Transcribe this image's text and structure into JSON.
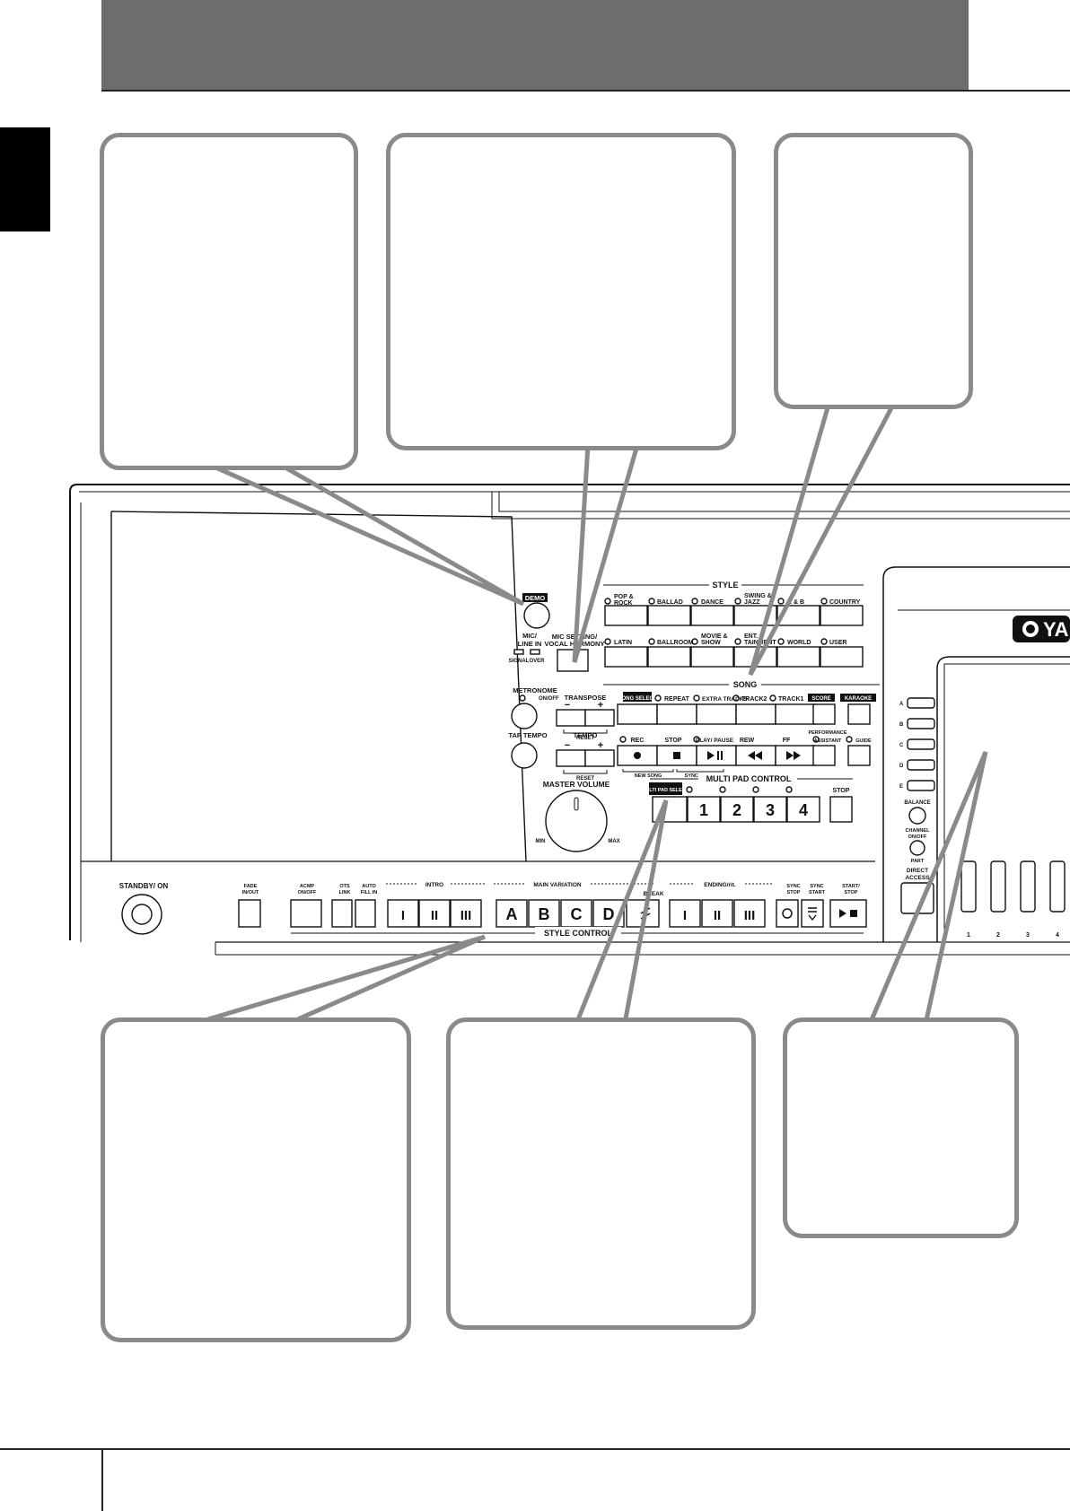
{
  "panel": {
    "demo": "DEMO",
    "mic_line_in": [
      "MIC/",
      "LINE IN"
    ],
    "signal": "SIGNAL",
    "over": "OVER",
    "mic_setting": [
      "MIC SETTING/",
      "VOCAL HARMONY"
    ],
    "metronome": "METRONOME",
    "on_off": "ON/OFF",
    "transpose": "TRANSPOSE",
    "reset": "RESET",
    "minus": "−",
    "plus": "+",
    "tap_tempo": "TAP TEMPO",
    "tempo": "TEMPO",
    "master_volume": "MASTER VOLUME",
    "min": "MIN",
    "max": "MAX",
    "standby_on": "STANDBY/ ON",
    "style": {
      "title": "STYLE",
      "row1": [
        [
          "POP &",
          "ROCK"
        ],
        [
          "BALLAD"
        ],
        [
          "DANCE"
        ],
        [
          "SWING &",
          "JAZZ"
        ],
        [
          "R & B"
        ],
        [
          "COUNTRY"
        ]
      ],
      "row2": [
        [
          "LATIN"
        ],
        [
          "BALLROOM"
        ],
        [
          "MOVIE &",
          "SHOW"
        ],
        [
          "ENT.",
          "TAINMENT"
        ],
        [
          "WORLD"
        ],
        [
          "USER"
        ]
      ]
    },
    "song": {
      "title": "SONG",
      "row1": [
        "SONG SELECT",
        "REPEAT",
        "EXTRA TRACKS",
        "TRACK2",
        "TRACK1",
        "SCORE",
        "KARAOKE"
      ],
      "row2": [
        "REC",
        "STOP",
        "PLAY/ PAUSE",
        "REW",
        "FF"
      ],
      "performance": "PERFORMANCE",
      "assistant": "ASSISTANT",
      "guide": "GUIDE",
      "new_song": "NEW SONG",
      "sync_start": "SYNC START"
    },
    "multi_pad": {
      "title": "MULTI PAD CONTROL",
      "select": "MULTI PAD SELECT",
      "pads": [
        "1",
        "2",
        "3",
        "4"
      ],
      "stop": "STOP"
    },
    "style_control": {
      "title": "STYLE CONTROL",
      "fade": [
        "FADE",
        "IN/OUT"
      ],
      "acmp": [
        "ACMP",
        "ON/OFF"
      ],
      "ots": [
        "OTS",
        "LINK"
      ],
      "auto_fill": [
        "AUTO",
        "FILL IN"
      ],
      "intro": "INTRO",
      "intro_buttons": [
        "I",
        "II",
        "III"
      ],
      "main_variation": "MAIN VARIATION",
      "main_buttons": [
        "A",
        "B",
        "C",
        "D"
      ],
      "break": "BREAK",
      "ending": "ENDING/rit.",
      "ending_buttons": [
        "I",
        "II",
        "III"
      ],
      "sync_stop": [
        "SYNC",
        "STOP"
      ],
      "sync_start": [
        "SYNC",
        "START"
      ],
      "start_stop": [
        "START/",
        "STOP"
      ]
    },
    "display": {
      "logo": "YA",
      "side_buttons": [
        "A",
        "B",
        "C",
        "D",
        "E"
      ],
      "balance": "BALANCE",
      "channel": [
        "CHANNEL",
        "ON/OFF"
      ],
      "part": "PART",
      "direct_access": [
        "DIRECT",
        "ACCESS"
      ],
      "numbers": [
        "1",
        "2",
        "3",
        "4"
      ]
    }
  }
}
